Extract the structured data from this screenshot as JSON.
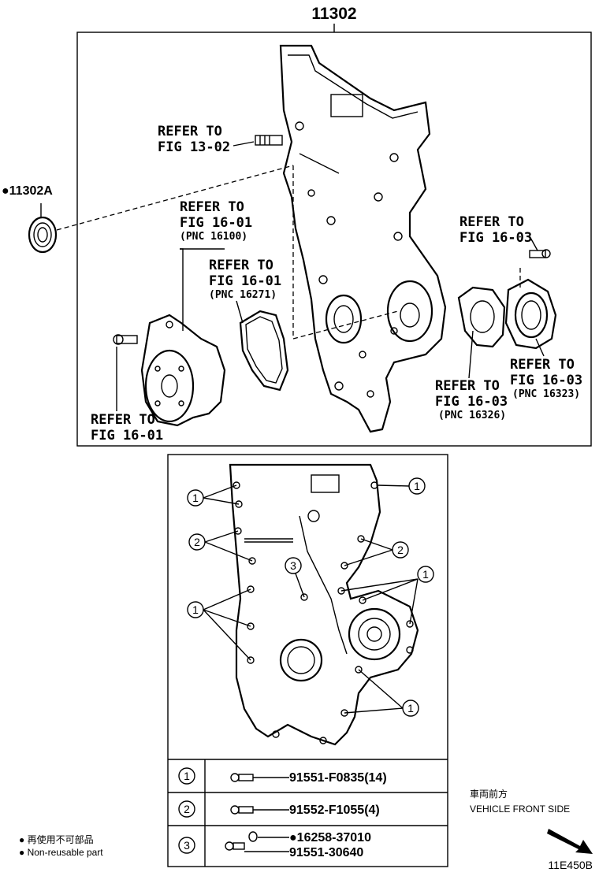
{
  "main_part": "11302",
  "seal_part": "●11302A",
  "refs": {
    "r1": [
      "REFER TO",
      "FIG 13-02"
    ],
    "r2": [
      "REFER TO",
      "FIG 16-01",
      "(PNC 16100)"
    ],
    "r3": [
      "REFER TO",
      "FIG 16-01",
      "(PNC 16271)"
    ],
    "r4": [
      "REFER TO",
      "FIG 16-01"
    ],
    "r5": [
      "REFER TO",
      "FIG 16-03"
    ],
    "r6": [
      "REFER TO",
      "FIG 16-03",
      "(PNC 16326)"
    ],
    "r7": [
      "REFER TO",
      "FIG 16-03",
      "(PNC 16323)"
    ]
  },
  "callouts": [
    "1",
    "2",
    "3"
  ],
  "bolt_table": [
    {
      "key": "1",
      "parts": [
        "91551-F0835(14)"
      ]
    },
    {
      "key": "2",
      "parts": [
        "91552-F1055(4)"
      ]
    },
    {
      "key": "3",
      "parts": [
        "●16258-37010",
        "91551-30640"
      ]
    }
  ],
  "legend": {
    "jp": "● 再使用不可部品",
    "en": "● Non-reusable part"
  },
  "direction": {
    "jp": "車両前方",
    "en": "VEHICLE FRONT SIDE"
  },
  "figure_code": "11E450B"
}
